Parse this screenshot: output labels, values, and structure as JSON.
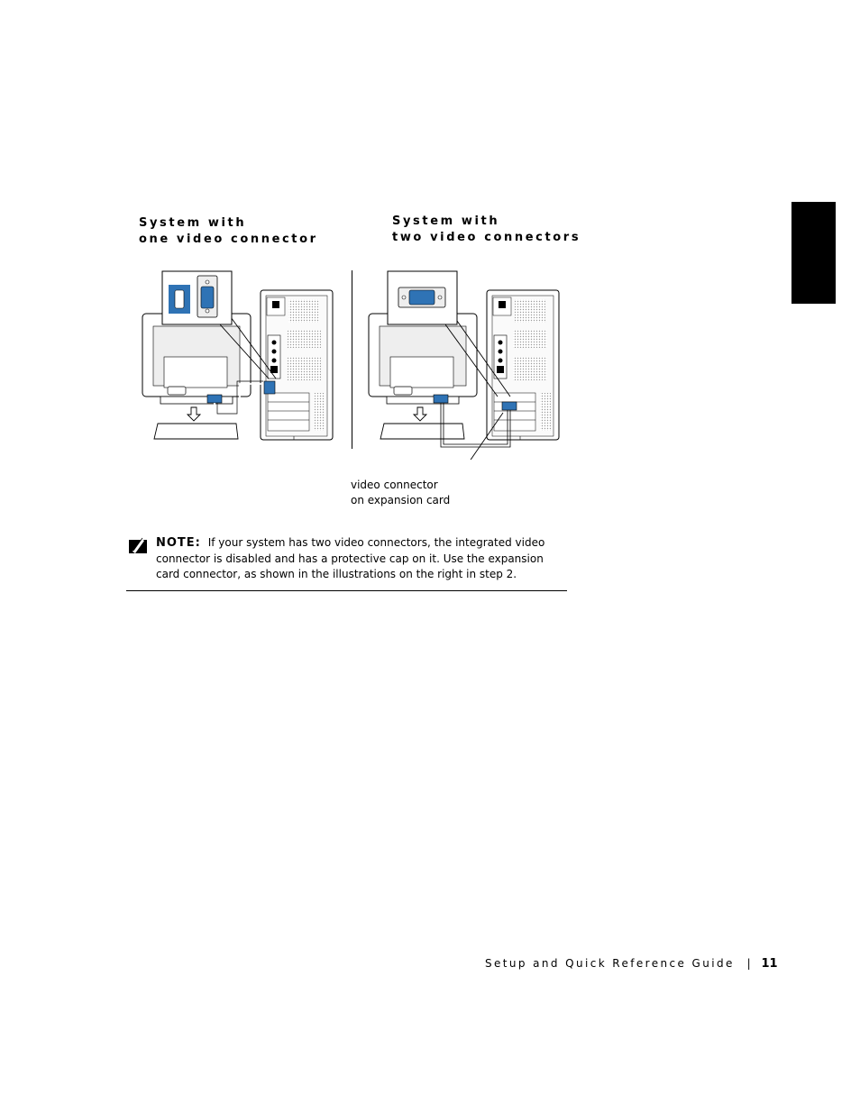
{
  "headings": {
    "left": [
      "System with",
      "one video connector"
    ],
    "right": [
      "System with",
      "two video connectors"
    ]
  },
  "callout": [
    "video connector",
    "on expansion card"
  ],
  "note": {
    "label": "NOTE:",
    "text": "If your system has two video connectors, the integrated video connector is disabled and has a protective cap on it. Use the expansion card connector, as shown in the illustrations on the right in step 2."
  },
  "footer": {
    "title": "Setup and Quick Reference Guide",
    "separator": "|",
    "page_number": "11"
  },
  "colors": {
    "connector_blue": "#2f73b5",
    "shade": "#e9e9e9",
    "dot": "#9a9a9a"
  },
  "icons": [
    "note-pencil-icon",
    "monitor-illustration",
    "computer-tower-illustration",
    "video-connector-zoom",
    "down-arrow-icon"
  ]
}
